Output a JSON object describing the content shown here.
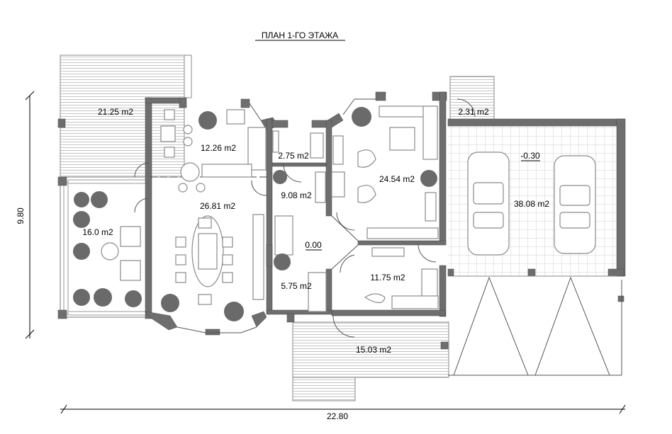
{
  "title": "ПЛАН 1-ГО ЭТАЖА",
  "dimensions": {
    "height": "9.80",
    "width": "22.80"
  },
  "rooms": [
    {
      "label": "21.25 m2"
    },
    {
      "label": "12.26 m2"
    },
    {
      "label": "2.75 m2"
    },
    {
      "label": "24.54 m2"
    },
    {
      "label": "2.31 m2"
    },
    {
      "label": "38.08 m2"
    },
    {
      "label": "9.08 m2"
    },
    {
      "label": "26.81 m2"
    },
    {
      "label": "16.0 m2"
    },
    {
      "label": "11.75 m2"
    },
    {
      "label": "5.75 m2"
    },
    {
      "label": "15.03 m2"
    }
  ],
  "levels": {
    "entrance": "0.00",
    "garage": "-0.30"
  },
  "colors": {
    "wall": "#6e6e6e",
    "hatch": "#bdbdbd",
    "furniture": "#8a8a8a"
  }
}
